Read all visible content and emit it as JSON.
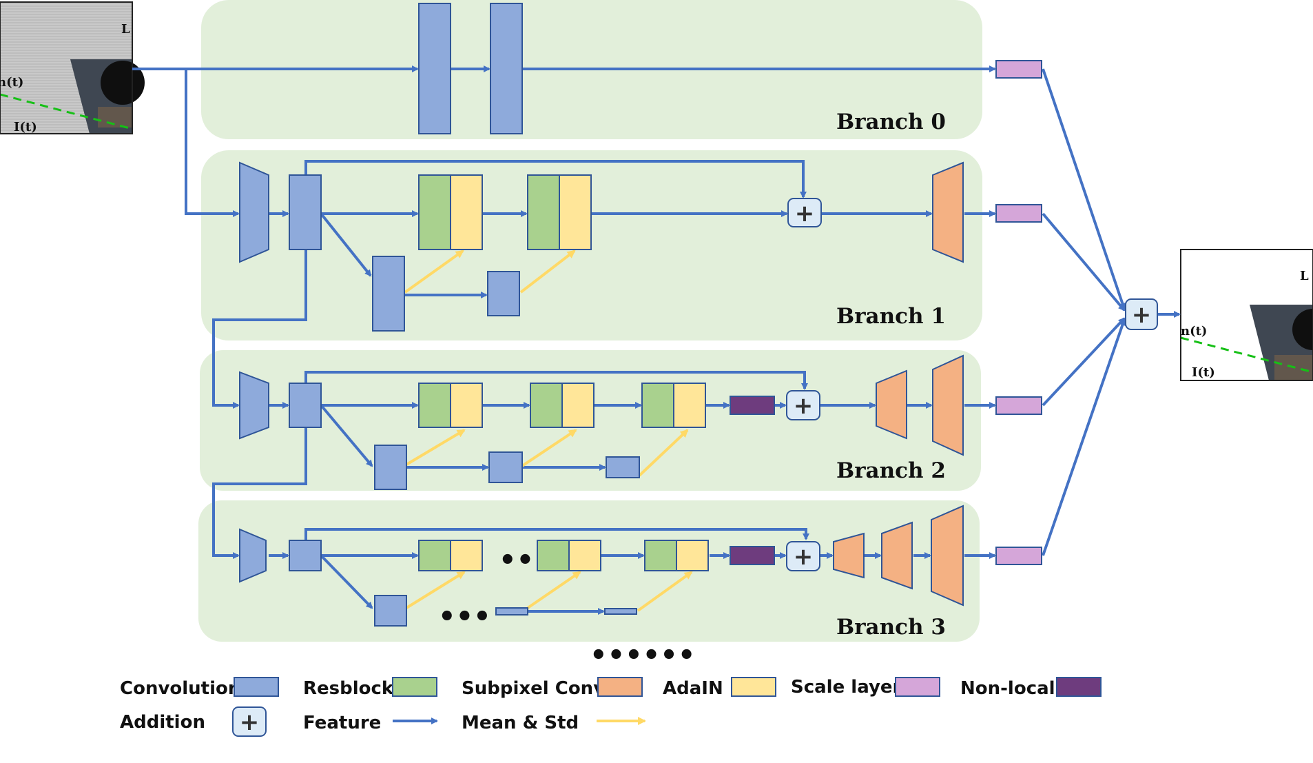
{
  "colors": {
    "panel": "#e2efda",
    "convolution": "#8eaadb",
    "resblock": "#a9d18e",
    "subpixel_conv": "#f4b183",
    "adain": "#ffe699",
    "scale_layer": "#d5a6d9",
    "non_local": "#6e3c7e",
    "feature_arrow": "#4472c4",
    "mean_std_arrow": "#ffd966",
    "addition_fill": "#ddebf7"
  },
  "branches": [
    {
      "label": "Branch 0"
    },
    {
      "label": "Branch 1"
    },
    {
      "label": "Branch 2"
    },
    {
      "label": "Branch 3"
    }
  ],
  "input_image": {
    "texts": [
      "L",
      "n(t)",
      "I(t)"
    ]
  },
  "output_image": {
    "texts": [
      "L",
      "n(t)",
      "I(t)"
    ]
  },
  "ellipses": {
    "branch3_upper": "•••",
    "branch3_lower": "•••",
    "more_branches": "••••••"
  },
  "addition_symbol": "+",
  "legend": {
    "convolution": "Convolution",
    "resblock": "Resblock",
    "subpixel_conv": "Subpixel Conv",
    "adain": "AdaIN",
    "scale_layer": "Scale layer",
    "non_local": "Non-local",
    "addition": "Addition",
    "feature": "Feature",
    "mean_std": "Mean & Std"
  }
}
